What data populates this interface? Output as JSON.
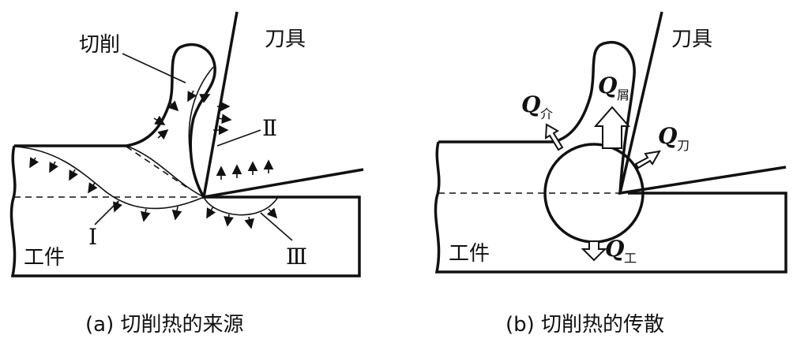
{
  "panel_a": {
    "tool_label": "刀具",
    "chip_label": "切削",
    "workpiece_label": "工件",
    "zone_1": "Ⅰ",
    "zone_2": "Ⅱ",
    "zone_3": "Ⅲ",
    "caption": "(a) 切削热的来源"
  },
  "panel_b": {
    "tool_label": "刀具",
    "workpiece_label": "工件",
    "q_symbol": "Q",
    "q_medium_sub": "介",
    "q_chip_sub": "屑",
    "q_tool_sub": "刀",
    "q_work_sub": "工",
    "caption": "(b) 切削热的传散"
  }
}
